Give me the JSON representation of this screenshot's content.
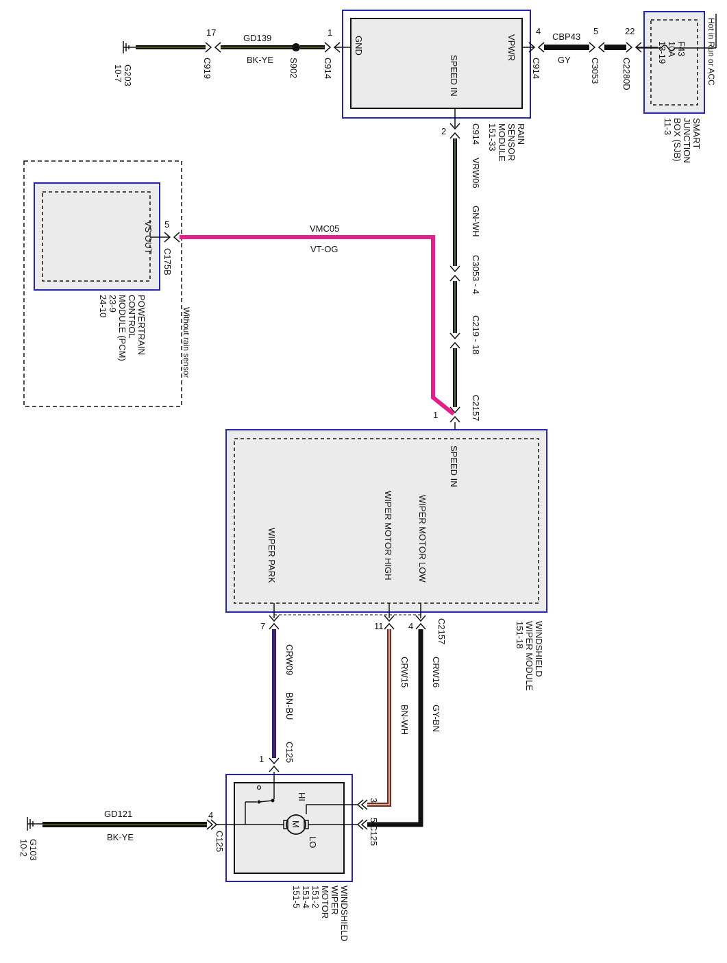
{
  "diagram": {
    "colors": {
      "module_border": "#2424b4",
      "module_fill": "#ebebeb",
      "wire_black": "#111111",
      "wire_vt_og": "#e0218a",
      "wire_bn_bu": "#2a1a8c",
      "wire_bn_wh": "#7a2a1a"
    },
    "rain_sensor": {
      "gnd": "GND",
      "vpwr": "VPWR",
      "speed_in": "SPEED IN",
      "name": [
        "RAIN",
        "SENSOR",
        "MODULE",
        "151-33"
      ]
    },
    "sjb": {
      "hot_label": "Hot in Run or ACC",
      "fuse": [
        "F43",
        "10A",
        "13-19"
      ],
      "name": [
        "SMART",
        "JUNCTION",
        "BOX (SJB)",
        "11-3"
      ]
    },
    "top_wire": {
      "ground_ref": [
        "G203",
        "10-7"
      ],
      "pin_17": "17",
      "c919": "C919",
      "gd139": "GD139",
      "bk_ye": "BK-YE",
      "s902": "S902",
      "pin_1": "1",
      "c914_gnd": "C914",
      "pin_4": "4",
      "c914_vpwr": "C914",
      "cbp43": "CBP43",
      "gy": "GY",
      "pin_5": "5",
      "c3053": "C3053",
      "pin_22": "22",
      "c2280d": "C2280D"
    },
    "vertical_wire": {
      "pin_2": "2",
      "c914": "C914",
      "vrw06": "VRW06",
      "gn_wh": "GN-WH",
      "c3053_4": "C3053 - 4",
      "c219_18": "C219 - 18",
      "c2157": "C2157",
      "pin_1": "1"
    },
    "pcm": {
      "vs_out": "VS OUT",
      "pin_5": "5",
      "c175b": "C175B",
      "name": [
        "POWERTRAIN",
        "CONTROL",
        "MODULE (PCM)",
        "23-9",
        "24-10"
      ],
      "without": "Without rain sensor",
      "vmc05": "VMC05",
      "vt_og": "VT-OG"
    },
    "wiper_module": {
      "speed_in": "SPEED IN",
      "motor_low": "WIPER MOTOR LOW",
      "motor_high": "WIPER MOTOR HIGH",
      "park": "WIPER PARK",
      "name": [
        "WINDSHIELD",
        "WIPER MODULE",
        "151-18"
      ],
      "pin_7": "7",
      "pin_11": "11",
      "pin_4": "4",
      "c2157": "C2157"
    },
    "lower_wires": {
      "crw09": "CRW09",
      "bn_bu": "BN-BU",
      "crw15": "CRW15",
      "bn_wh": "BN-WH",
      "crw16": "CRW16",
      "gy_bn": "GY-BN",
      "c125_top": "C125",
      "pin_1": "1"
    },
    "motor": {
      "hi": "HI",
      "lo": "LO",
      "m": "M",
      "pin_3": "3",
      "pin_5": "5",
      "c125_right": "C125",
      "pin_4": "4",
      "c125_left": "C125",
      "gd121": "GD121",
      "bk_ye": "BK-YE",
      "ground_ref": [
        "G103",
        "10-2"
      ],
      "name": [
        "WINDSHIELD",
        "WIPER",
        "MOTOR",
        "151-2",
        "151-4",
        "151-5"
      ]
    }
  }
}
